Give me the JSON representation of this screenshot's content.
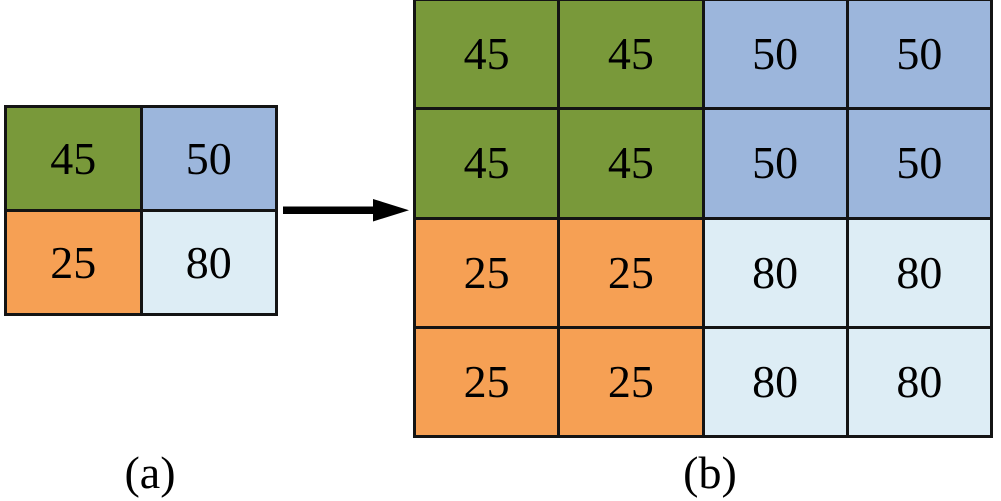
{
  "figure": {
    "background": "#ffffff",
    "line_color": "#141414",
    "text_color": "#000000"
  },
  "palette": {
    "green": "#79993a",
    "blue": "#9cb6dc",
    "orange": "#f6a054",
    "pale_blue": "#ddedf5"
  },
  "panel_a": {
    "caption": "(a)",
    "rows": 2,
    "cols": 2,
    "cells": [
      {
        "value": "45",
        "color_key": "green",
        "color": "#79993a"
      },
      {
        "value": "50",
        "color_key": "blue",
        "color": "#9cb6dc"
      },
      {
        "value": "25",
        "color_key": "orange",
        "color": "#f6a054"
      },
      {
        "value": "80",
        "color_key": "pale",
        "color": "#ddedf5"
      }
    ]
  },
  "panel_b": {
    "caption": "(b)",
    "rows": 4,
    "cols": 4,
    "cells": [
      {
        "value": "45",
        "color_key": "green",
        "color": "#79993a"
      },
      {
        "value": "45",
        "color_key": "green",
        "color": "#79993a"
      },
      {
        "value": "50",
        "color_key": "blue",
        "color": "#9cb6dc"
      },
      {
        "value": "50",
        "color_key": "blue",
        "color": "#9cb6dc"
      },
      {
        "value": "45",
        "color_key": "green",
        "color": "#79993a"
      },
      {
        "value": "45",
        "color_key": "green",
        "color": "#79993a"
      },
      {
        "value": "50",
        "color_key": "blue",
        "color": "#9cb6dc"
      },
      {
        "value": "50",
        "color_key": "blue",
        "color": "#9cb6dc"
      },
      {
        "value": "25",
        "color_key": "orange",
        "color": "#f6a054"
      },
      {
        "value": "25",
        "color_key": "orange",
        "color": "#f6a054"
      },
      {
        "value": "80",
        "color_key": "pale",
        "color": "#ddedf5"
      },
      {
        "value": "80",
        "color_key": "pale",
        "color": "#ddedf5"
      },
      {
        "value": "25",
        "color_key": "orange",
        "color": "#f6a054"
      },
      {
        "value": "25",
        "color_key": "orange",
        "color": "#f6a054"
      },
      {
        "value": "80",
        "color_key": "pale",
        "color": "#ddedf5"
      },
      {
        "value": "80",
        "color_key": "pale",
        "color": "#ddedf5"
      }
    ]
  },
  "arrow": {
    "icon": "arrow-right-icon",
    "direction": "right",
    "color": "#000000"
  }
}
